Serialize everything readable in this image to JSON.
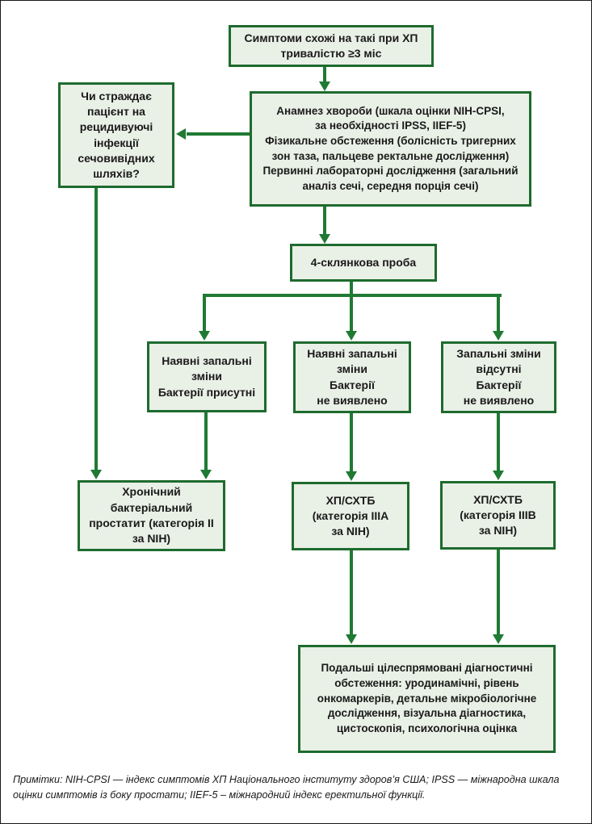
{
  "colors": {
    "box_border": "#1e6b2e",
    "arrow": "#1f7a33",
    "box_fill": "#e9f0e6",
    "text": "#1a1a1a",
    "frame_border": "#1a1a1a",
    "background": "#ffffff"
  },
  "flowchart": {
    "nodes": {
      "start": "Симптоми схожі на такі при ХП\nтривалістю ≥3 міс",
      "anamnesis": "Анамнез хвороби (шкала оцінки NIH-CPSI,\nза необхідності IPSS, IIEF-5)\nФізикальне обстеження (болісність тригерних\nзон таза, пальцеве ректальне дослідження)\nПервинні лабораторні дослідження (загальний\nаналіз сечі, середня порція сечі)",
      "question": "Чи страждає\nпацієнт на\nрецидивуючі\nінфекції\nсечовивідних\nшляхів?",
      "four_glass": "4-склянкова проба",
      "inflammation_bacteria_present": "Наявні запальні\nзміни\nБактерії присутні",
      "inflammation_bacteria_absent": "Наявні запальні\nзміни\nБактерії\nне виявлено",
      "no_inflammation_bacteria_absent": "Запальні зміни\nвідсутні\nБактерії\nне виявлено",
      "chronic_bacterial_prostatitis": "Хронічний\nбактеріальний\nпростатит (категорія II\nза NIH)",
      "cpps_iiia": "ХП/СХТБ\n(категорія IIIA\nза NIH)",
      "cpps_iiib": "ХП/СХТБ\n(категорія IIIB\nза NIH)",
      "further_diagnostics": "Подальші цілеспрямовані діагностичні\nобстеження: уродинамічні, рівень\nонкомаркерів, детальне мікробіологічне\nдослідження, візуальна діагностика,\nцистоскопія, психологічна оцінка"
    },
    "footnote": "Примітки: NIH-CPSI — індекс симптомів ХП Національного інституту здоров’я США; IPSS — міжнародна шкала\nоцінки симптомів із боку простати; IIEF-5 – міжнародний індекс еректильної функції."
  }
}
